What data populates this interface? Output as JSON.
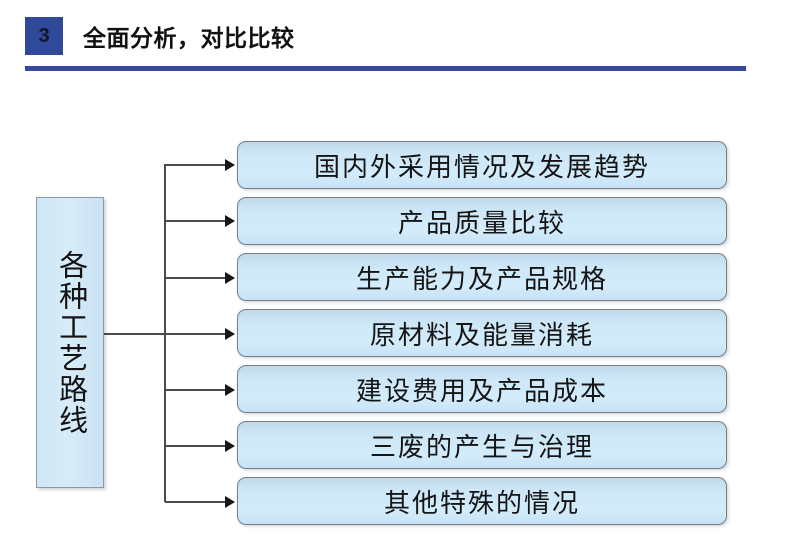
{
  "header": {
    "step_number": "3",
    "title": "全面分析，对比比较",
    "badge_color": "#30499B",
    "rule_color": "#37499B"
  },
  "diagram": {
    "type": "tree",
    "orientation": "left-to-right",
    "root": {
      "label": "各种工艺路线",
      "text_direction": "vertical",
      "fill_color": "#d3ecfb",
      "border_color": "#8a9aa6"
    },
    "branch_style": {
      "line_color": "#4a4a4a",
      "arrow_color": "#161616",
      "arrow_shape": "solid-triangle"
    },
    "leaf_style": {
      "fill_color": "#cde7f7",
      "border_color": "#777d83",
      "corner_radius": 9
    },
    "leaves": [
      {
        "label": "国内外采用情况及发展趋势"
      },
      {
        "label": "产品质量比较"
      },
      {
        "label": "生产能力及产品规格"
      },
      {
        "label": "原材料及能量消耗"
      },
      {
        "label": "建设费用及产品成本"
      },
      {
        "label": "三废的产生与治理"
      },
      {
        "label": "其他特殊的情况"
      }
    ]
  }
}
